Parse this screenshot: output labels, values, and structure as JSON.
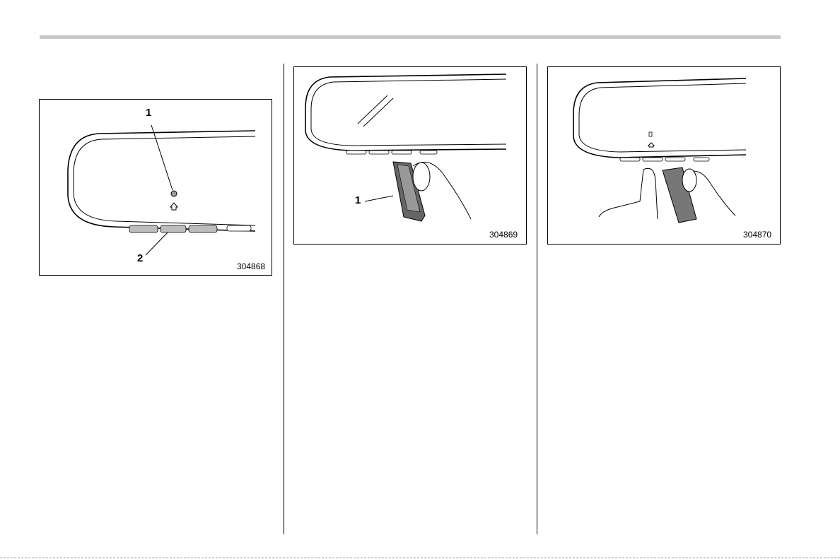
{
  "figures": [
    {
      "code": "304868",
      "callouts": [
        "1",
        "2"
      ]
    },
    {
      "code": "304869",
      "callouts": [
        "1"
      ]
    },
    {
      "code": "304870",
      "callouts": []
    }
  ]
}
